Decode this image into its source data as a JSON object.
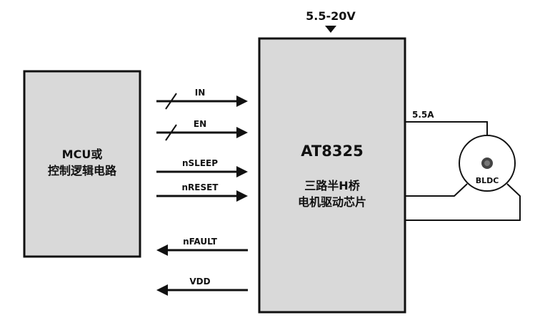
{
  "supply_label": "5.5-20V",
  "mcu": {
    "line1": "MCU或",
    "line2": "控制逻辑电路"
  },
  "chip": {
    "name": "AT8325",
    "desc1": "三路半H桥",
    "desc2": "电机驱动芯片"
  },
  "signals": [
    {
      "label": "IN",
      "direction": "to-chip",
      "bus": true
    },
    {
      "label": "EN",
      "direction": "to-chip",
      "bus": true
    },
    {
      "label": "nSLEEP",
      "direction": "to-chip",
      "bus": false
    },
    {
      "label": "nRESET",
      "direction": "to-chip",
      "bus": false
    },
    {
      "label": "nFAULT",
      "direction": "to-mcu",
      "bus": false
    },
    {
      "label": "VDD",
      "direction": "to-mcu",
      "bus": false
    }
  ],
  "output_current": "5.5A",
  "motor": {
    "label": "BLDC"
  },
  "colors": {
    "block_fill": "#d9d9d9",
    "stroke": "#111111"
  }
}
